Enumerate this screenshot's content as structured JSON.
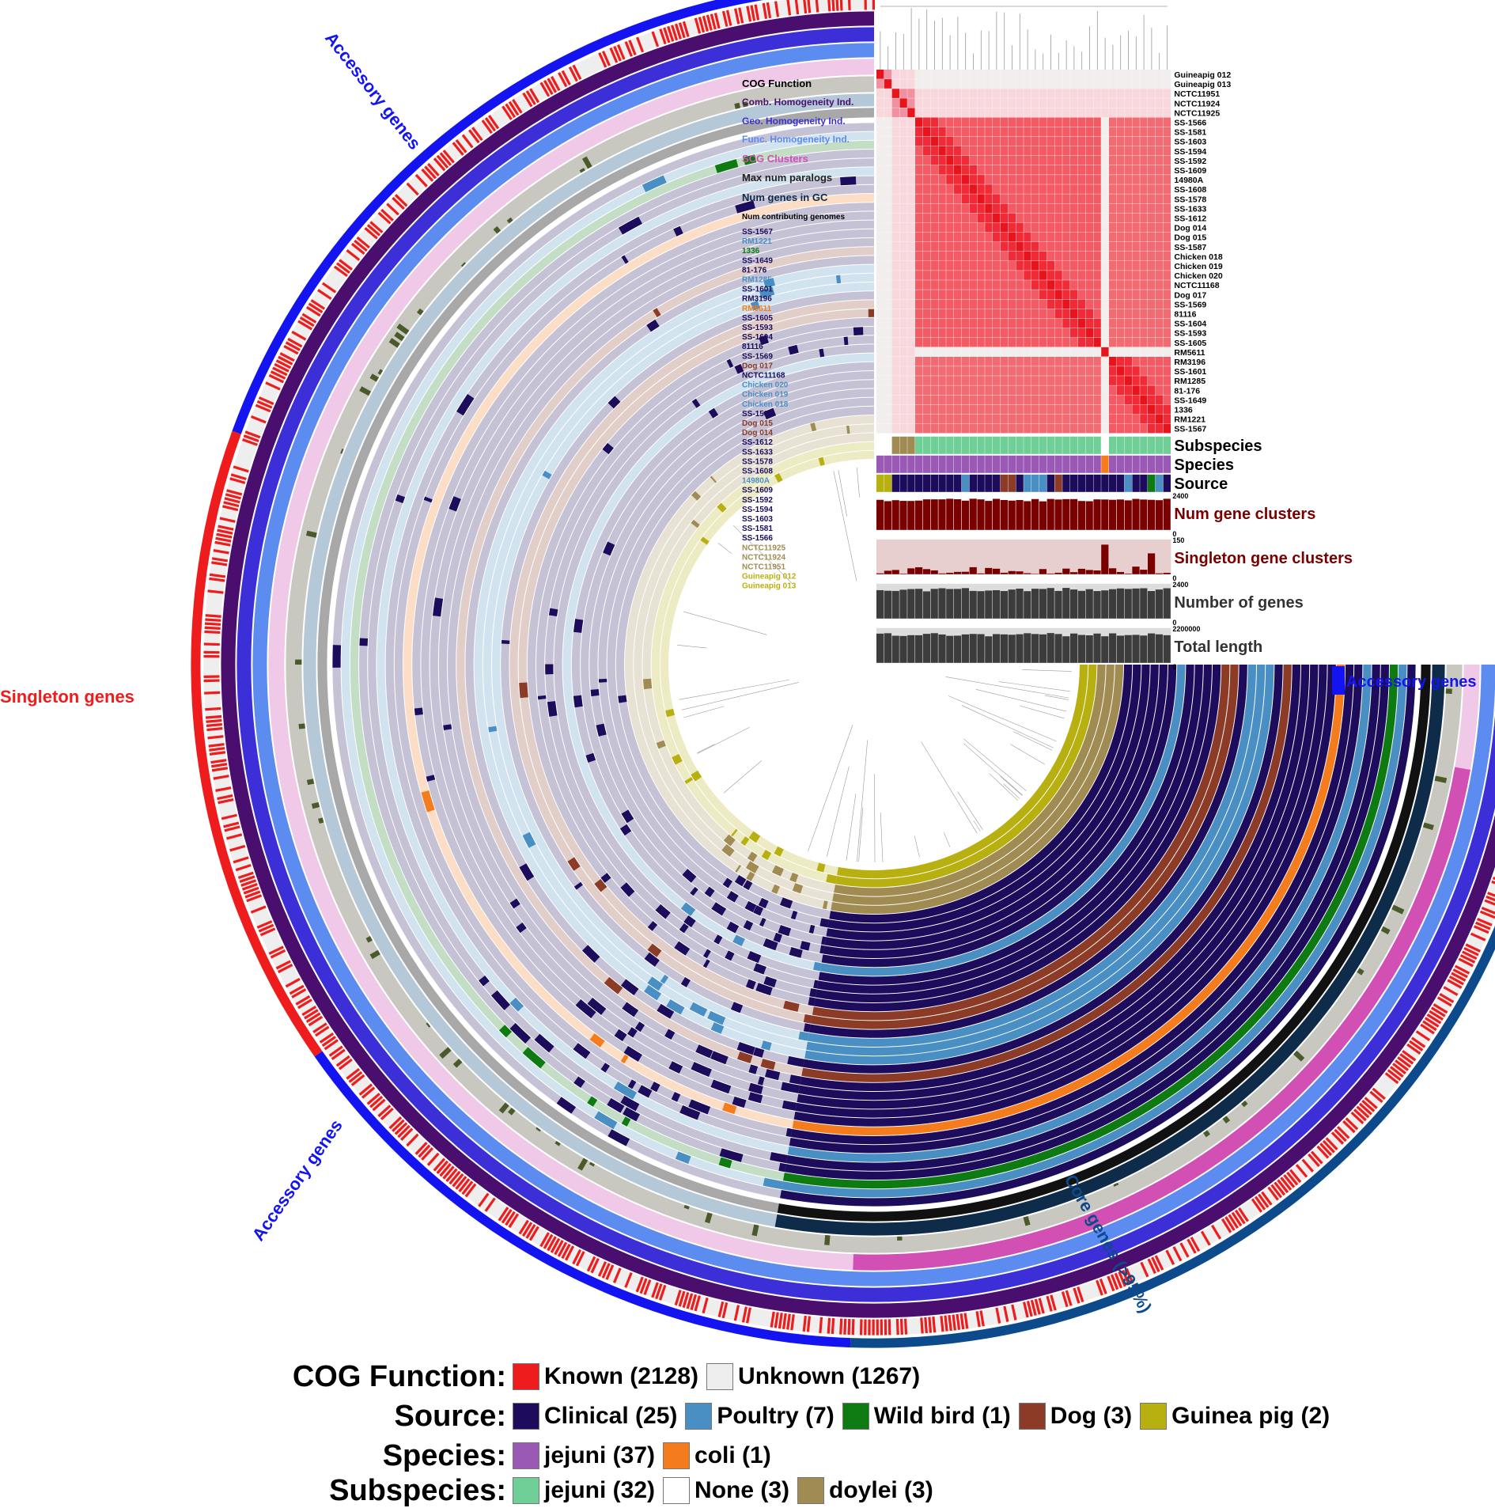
{
  "ring_labels": {
    "cog": "COG Function",
    "comb": "Comb. Homogeneity Ind.",
    "geo": "Geo. Homogeneity Ind.",
    "func": "Func. Homogeneity Ind.",
    "scg": "SCG Clusters",
    "paralogs": "Max num paralogs",
    "genes_gc": "Num genes in GC",
    "contrib": "Num contributing genomes"
  },
  "colors": {
    "known": "#ee1c1c",
    "unknown": "#eeeeee",
    "clinical": "#1c0c5b",
    "poultry": "#4a8fc4",
    "wildbird": "#0e7a12",
    "dog": "#8b3b26",
    "guineapig": "#b8b010",
    "jejuni_sp": "#9b59b6",
    "coli": "#f47c1c",
    "jejuni_sub": "#6fcf97",
    "none": "#ffffff",
    "doylei": "#a08c52",
    "comb": "#4a0f6e",
    "geo": "#3c2fd8",
    "func": "#5c8cf0",
    "scg": "#d24fb4",
    "paralog_bg": "#c8c8c0",
    "genes_bg": "#b4c8d8",
    "contrib_bg": "#a8a8a8",
    "accessory": "#1414f0",
    "singleton": "#ee1c1c",
    "core": "#0c4a8c"
  },
  "genomes": [
    {
      "name": "SS-1567",
      "source": "clinical"
    },
    {
      "name": "RM1221",
      "source": "poultry"
    },
    {
      "name": "1336",
      "source": "wildbird"
    },
    {
      "name": "SS-1649",
      "source": "clinical"
    },
    {
      "name": "81-176",
      "source": "clinical"
    },
    {
      "name": "RM1285",
      "source": "poultry"
    },
    {
      "name": "SS-1601",
      "source": "clinical"
    },
    {
      "name": "RM3196",
      "source": "clinical"
    },
    {
      "name": "RM5611",
      "source": "coli"
    },
    {
      "name": "SS-1605",
      "source": "clinical"
    },
    {
      "name": "SS-1593",
      "source": "clinical"
    },
    {
      "name": "SS-1604",
      "source": "clinical"
    },
    {
      "name": "81116",
      "source": "clinical"
    },
    {
      "name": "SS-1569",
      "source": "clinical"
    },
    {
      "name": "Dog 017",
      "source": "dog"
    },
    {
      "name": "NCTC11168",
      "source": "clinical"
    },
    {
      "name": "Chicken 020",
      "source": "poultry"
    },
    {
      "name": "Chicken 019",
      "source": "poultry"
    },
    {
      "name": "Chicken 018",
      "source": "poultry"
    },
    {
      "name": "SS-1587",
      "source": "clinical"
    },
    {
      "name": "Dog 015",
      "source": "dog"
    },
    {
      "name": "Dog 014",
      "source": "dog"
    },
    {
      "name": "SS-1612",
      "source": "clinical"
    },
    {
      "name": "SS-1633",
      "source": "clinical"
    },
    {
      "name": "SS-1578",
      "source": "clinical"
    },
    {
      "name": "SS-1608",
      "source": "clinical"
    },
    {
      "name": "14980A",
      "source": "poultry"
    },
    {
      "name": "SS-1609",
      "source": "clinical"
    },
    {
      "name": "SS-1592",
      "source": "clinical"
    },
    {
      "name": "SS-1594",
      "source": "clinical"
    },
    {
      "name": "SS-1603",
      "source": "clinical"
    },
    {
      "name": "SS-1581",
      "source": "clinical"
    },
    {
      "name": "SS-1566",
      "source": "clinical"
    },
    {
      "name": "NCTC11925",
      "source": "doylei"
    },
    {
      "name": "NCTC11924",
      "source": "doylei"
    },
    {
      "name": "NCTC11951",
      "source": "doylei"
    },
    {
      "name": "Guineapig 012",
      "source": "guineapig"
    },
    {
      "name": "Guineapig 013",
      "source": "guineapig"
    }
  ],
  "heatmap_rows": [
    "Guineapig 012",
    "Guineapig 013",
    "NCTC11951",
    "NCTC11924",
    "NCTC11925",
    "SS-1566",
    "SS-1581",
    "SS-1603",
    "SS-1594",
    "SS-1592",
    "SS-1609",
    "14980A",
    "SS-1608",
    "SS-1578",
    "SS-1633",
    "SS-1612",
    "Dog 014",
    "Dog 015",
    "SS-1587",
    "Chicken 018",
    "Chicken 019",
    "Chicken 020",
    "NCTC11168",
    "Dog 017",
    "SS-1569",
    "81116",
    "SS-1604",
    "SS-1593",
    "SS-1605",
    "RM5611",
    "RM3196",
    "SS-1601",
    "RM1285",
    "81-176",
    "SS-1649",
    "1336",
    "RM1221",
    "SS-1567"
  ],
  "bar_panels": [
    {
      "label": "Subspecies"
    },
    {
      "label": "Species"
    },
    {
      "label": "Source"
    },
    {
      "label": "Num gene clusters",
      "max": "2400",
      "min": "0"
    },
    {
      "label": "Singleton gene clusters",
      "max": "150",
      "min": "0"
    },
    {
      "label": "Number of genes",
      "max": "2400",
      "min": "0"
    },
    {
      "label": "Total length",
      "max": "2200000",
      "min": "0"
    }
  ],
  "sections": {
    "accessory": "Accessory genes",
    "singleton": "Singleton genes",
    "core": "Core genes (>95%)"
  },
  "legend": {
    "cog": {
      "title": "COG Function:",
      "items": [
        {
          "label": "Known (2128)",
          "color": "known"
        },
        {
          "label": "Unknown (1267)",
          "color": "unknown"
        }
      ]
    },
    "source": {
      "title": "Source:",
      "items": [
        {
          "label": "Clinical (25)",
          "color": "clinical"
        },
        {
          "label": "Poultry (7)",
          "color": "poultry"
        },
        {
          "label": "Wild bird (1)",
          "color": "wildbird"
        },
        {
          "label": "Dog (3)",
          "color": "dog"
        },
        {
          "label": "Guinea pig (2)",
          "color": "guineapig"
        }
      ]
    },
    "species": {
      "title": "Species:",
      "items": [
        {
          "label": "jejuni (37)",
          "color": "jejuni_sp"
        },
        {
          "label": "coli (1)",
          "color": "coli"
        }
      ]
    },
    "subspecies": {
      "title": "Subspecies:",
      "items": [
        {
          "label": "jejuni (32)",
          "color": "jejuni_sub"
        },
        {
          "label": "None (3)",
          "color": "none"
        },
        {
          "label": "doylei (3)",
          "color": "doylei"
        }
      ]
    }
  }
}
